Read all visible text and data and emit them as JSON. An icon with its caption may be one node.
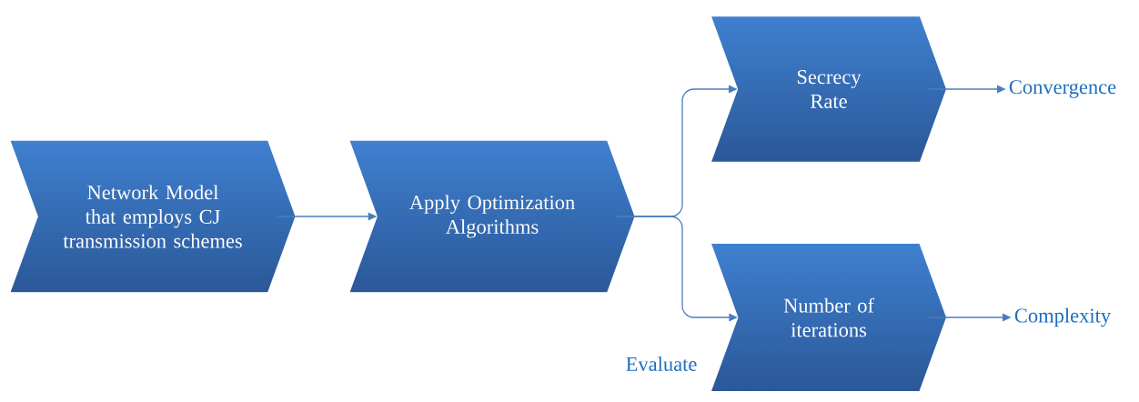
{
  "diagram": {
    "nodes": [
      {
        "text": [
          "Network Model that employs CJ transmission schemes"
        ]
      },
      {
        "text": [
          "Apply Optimization Algorithms"
        ]
      },
      {
        "text": [
          "Secrecy Rate"
        ]
      },
      {
        "text": [
          "Number of iterations"
        ]
      },
      {
        "text": [
          "Convergence"
        ]
      },
      {
        "text": [
          "Complexity"
        ]
      }
    ],
    "edges": [
      {
        "from": 0,
        "to": 1,
        "arrow": "to"
      },
      {
        "from": 1,
        "to": 2,
        "arrow": "to"
      },
      {
        "from": 1,
        "to": 3,
        "arrow": "to",
        "label": "Evaluate"
      },
      {
        "from": 2,
        "to": 4,
        "arrow": "to"
      },
      {
        "from": 3,
        "to": 5,
        "arrow": "to"
      }
    ]
  }
}
